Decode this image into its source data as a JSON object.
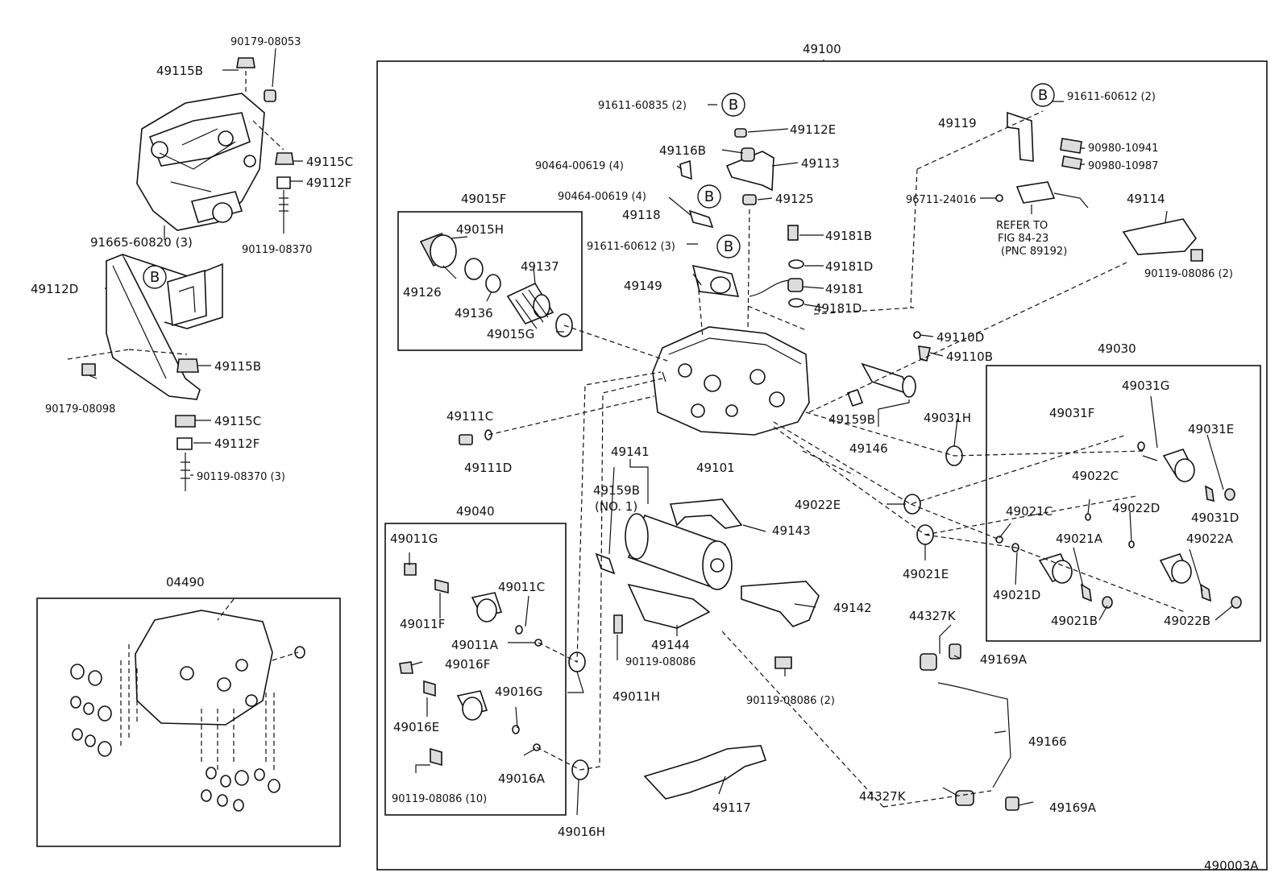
{
  "diagram_id": "490003A",
  "circle_marker": "B",
  "labels": {
    "main_assembly": "49100",
    "p_90179_08053": "90179-08053",
    "p_49115B_top": "49115B",
    "p_49115C_top": "49115C",
    "p_49112F_top": "49112F",
    "p_90119_08370": "90119-08370",
    "p_91665_60820": "91665-60820 (3)",
    "p_49112D": "49112D",
    "p_49115B_mid": "49115B",
    "p_90179_08098": "90179-08098",
    "p_49115C_mid": "49115C",
    "p_49112F_mid": "49112F",
    "p_90119_08370_3": "90119-08370 (3)",
    "p_04490": "04490",
    "p_91611_60835": "91611-60835 (2)",
    "p_49112E": "49112E",
    "p_49116B": "49116B",
    "p_49113": "49113",
    "p_90464_a": "90464-00619 (4)",
    "p_90464_b": "90464-00619 (4)",
    "p_49118": "49118",
    "p_49125": "49125",
    "p_91611_60612_3": "91611-60612 (3)",
    "p_49181B": "49181B",
    "p_49181D_a": "49181D",
    "p_49149": "49149",
    "p_49181": "49181",
    "p_49181D_b": "49181D",
    "p_49110D": "49110D",
    "p_49110B": "49110B",
    "p_49159B_a": "49159B",
    "p_49146": "49146",
    "p_49101": "49101",
    "p_49111C": "49111C",
    "p_49111D": "49111D",
    "p_49015F": "49015F",
    "p_49015H": "49015H",
    "p_49137": "49137",
    "p_49126": "49126",
    "p_49136": "49136",
    "p_49015G": "49015G",
    "p_49119": "49119",
    "p_91611_60612_2": "91611-60612 (2)",
    "p_90980_10941": "90980-10941",
    "p_90980_10987": "90980-10987",
    "p_96711_24016": "96711-24016",
    "refer_1": "REFER TO",
    "refer_2": "FIG 84-23",
    "refer_3": "(PNC 89192)",
    "p_49114": "49114",
    "p_90119_08086_2a": "90119-08086 (2)",
    "p_49030": "49030",
    "p_49031H": "49031H",
    "p_49031G": "49031G",
    "p_49031F": "49031F",
    "p_49031E": "49031E",
    "p_49031D": "49031D",
    "p_49022C": "49022C",
    "p_49021C": "49021C",
    "p_49022D": "49022D",
    "p_49021A": "49021A",
    "p_49022A": "49022A",
    "p_49021D": "49021D",
    "p_49021B": "49021B",
    "p_49022B": "49022B",
    "p_49022E": "49022E",
    "p_49021E": "49021E",
    "p_49141": "49141",
    "p_49159B_b": "49159B",
    "p_no1": "(NO. 1)",
    "p_49143": "49143",
    "p_49142": "49142",
    "p_49144": "49144",
    "p_90119_08086_a": "90119-08086",
    "p_90119_08086_2b": "90119-08086 (2)",
    "p_44327K_a": "44327K",
    "p_49169A_a": "49169A",
    "p_49166": "49166",
    "p_44327K_b": "44327K",
    "p_49169A_b": "49169A",
    "p_49117": "49117",
    "p_49040": "49040",
    "p_49011G": "49011G",
    "p_49011C": "49011C",
    "p_49011F": "49011F",
    "p_49011A": "49011A",
    "p_49016F": "49016F",
    "p_49011H": "49011H",
    "p_49016G": "49016G",
    "p_49016E": "49016E",
    "p_49016A": "49016A",
    "p_90119_08086_10": "90119-08086 (10)",
    "p_49016H": "49016H"
  }
}
